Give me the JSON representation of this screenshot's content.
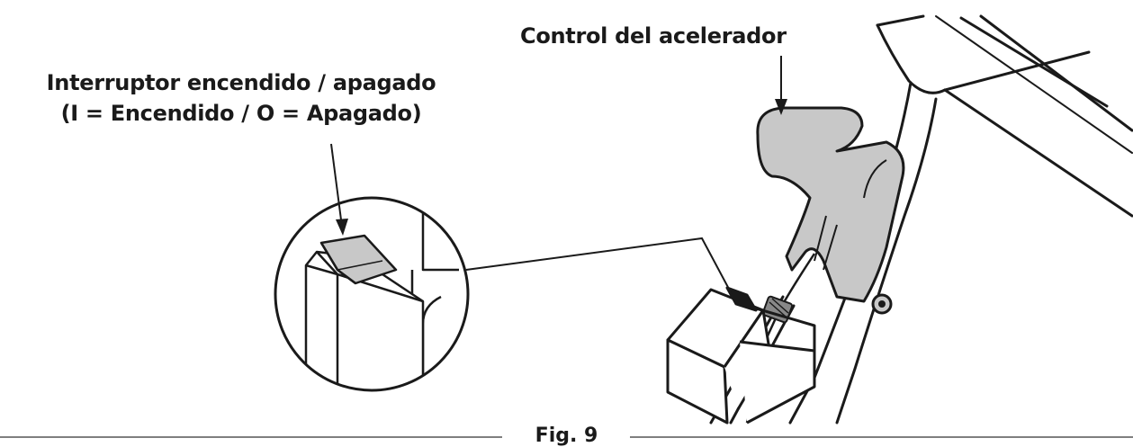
{
  "labels": {
    "throttle_control": "Control del acelerador",
    "switch_line1": "Interruptor encendido / apagado",
    "switch_line2": "(I = Encendido / O = Apagado)"
  },
  "figure": {
    "caption": "Fig. 9"
  },
  "colors": {
    "ink": "#1a1a1a",
    "fill_gray": "#c8c8c8",
    "background": "#ffffff"
  }
}
